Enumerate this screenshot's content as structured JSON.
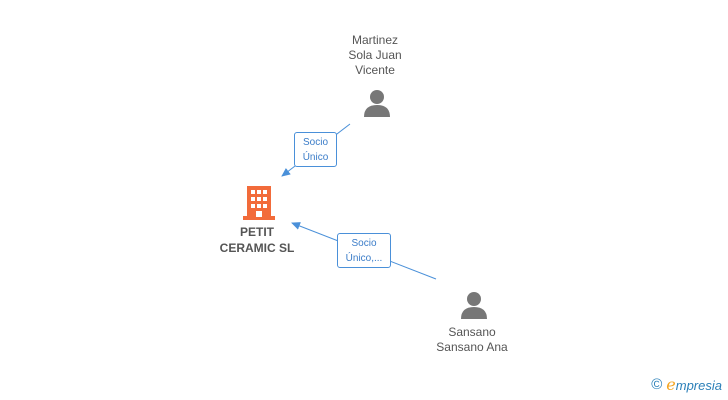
{
  "nodes": {
    "person1": {
      "label": "Martinez\nSola Juan\nVicente",
      "icon": "person-icon"
    },
    "person2": {
      "label": "Sansano\nSansano Ana",
      "icon": "person-icon"
    },
    "company": {
      "label": "PETIT\nCERAMIC SL",
      "icon": "building-icon",
      "color": "#f26b3a"
    }
  },
  "edges": {
    "edge1": {
      "label": "Socio\nÚnico"
    },
    "edge2": {
      "label": "Socio\nÚnico,..."
    }
  },
  "colors": {
    "edge": "#4a90d9",
    "person": "#777777"
  },
  "brand": {
    "copyright": "©",
    "e": "e",
    "rest": "mpresia"
  }
}
